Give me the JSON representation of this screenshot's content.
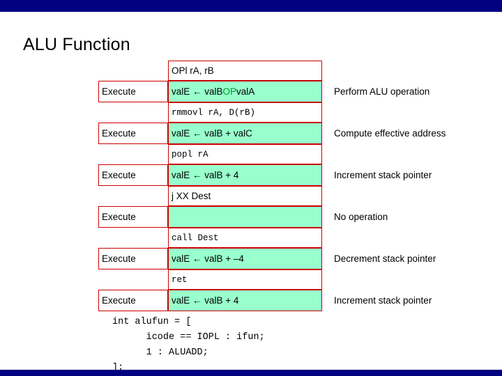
{
  "slide": {
    "title": "ALU Function",
    "accent_color": "#cc0000",
    "highlight_color": "#99ffcc",
    "bar_color": "#000080",
    "op_color": "#009933"
  },
  "rows": [
    {
      "instruction": "OPl rA, rB",
      "instruction_mono": false,
      "stage": "Execute",
      "expr_pre": "valE ← valB ",
      "expr_op": "OP",
      "expr_post": " valA",
      "description": "Perform ALU operation"
    },
    {
      "instruction": "rmmovl rA, D(rB)",
      "instruction_mono": true,
      "stage": "Execute",
      "expr_pre": "valE ← valB + valC",
      "expr_op": "",
      "expr_post": "",
      "description": "Compute effective address"
    },
    {
      "instruction": "popl rA",
      "instruction_mono": true,
      "stage": "Execute",
      "expr_pre": "valE ← valB + 4",
      "expr_op": "",
      "expr_post": "",
      "description": "Increment stack pointer"
    },
    {
      "instruction": "j XX Dest",
      "instruction_mono": false,
      "stage": "Execute",
      "expr_pre": "",
      "expr_op": "",
      "expr_post": "",
      "description": "No operation"
    },
    {
      "instruction": "call Dest",
      "instruction_mono": true,
      "stage": "Execute",
      "expr_pre": "valE ← valB + –4",
      "expr_op": "",
      "expr_post": "",
      "description": "Decrement stack pointer"
    },
    {
      "instruction": "ret",
      "instruction_mono": true,
      "stage": "Execute",
      "expr_pre": "valE ← valB + 4",
      "expr_op": "",
      "expr_post": "",
      "description": "Increment stack pointer"
    }
  ],
  "code": "int alufun = [\n      icode == IOPL : ifun;\n      1 : ALUADD;\n];"
}
